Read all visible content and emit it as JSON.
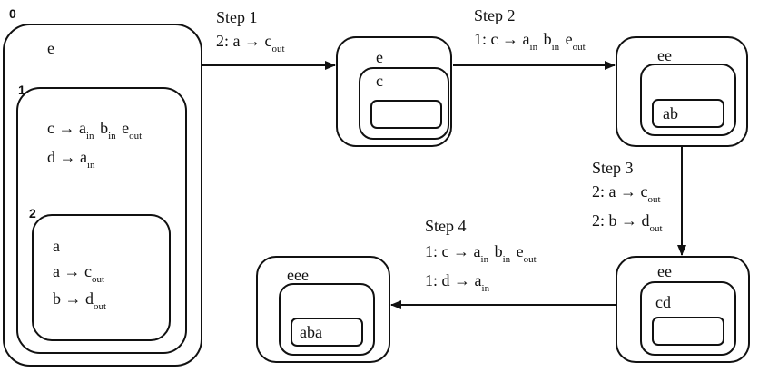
{
  "membrane_system": {
    "m0": {
      "label": "0",
      "contents": "e",
      "m1": {
        "label": "1",
        "rules": [
          {
            "lhs": "c",
            "arrow": "→",
            "rhs": [
              [
                "a",
                "in"
              ],
              [
                "b",
                "in"
              ],
              [
                "e",
                "out"
              ]
            ]
          },
          {
            "lhs": "d",
            "arrow": "→",
            "rhs": [
              [
                "a",
                "in"
              ]
            ]
          }
        ],
        "m2": {
          "label": "2",
          "contents": "a",
          "rules": [
            {
              "lhs": "a",
              "arrow": "→",
              "rhs": [
                [
                  "c",
                  "out"
                ]
              ]
            },
            {
              "lhs": "b",
              "arrow": "→",
              "rhs": [
                [
                  "d",
                  "out"
                ]
              ]
            }
          ]
        }
      }
    }
  },
  "configurations": [
    {
      "outer": "e",
      "middle": "c",
      "inner": ""
    },
    {
      "outer": "ee",
      "middle": "",
      "inner": "ab"
    },
    {
      "outer": "ee",
      "middle": "cd",
      "inner": ""
    },
    {
      "outer": "eee",
      "middle": "",
      "inner": "aba"
    }
  ],
  "steps": [
    {
      "title": "Step 1",
      "rules": [
        {
          "prefix": "2:",
          "lhs": "a",
          "arrow": "→",
          "rhs": [
            [
              "c",
              "out"
            ]
          ]
        }
      ]
    },
    {
      "title": "Step 2",
      "rules": [
        {
          "prefix": "1:",
          "lhs": "c",
          "arrow": "→",
          "rhs": [
            [
              "a",
              "in"
            ],
            [
              "b",
              "in"
            ],
            [
              "e",
              "out"
            ]
          ]
        }
      ]
    },
    {
      "title": "Step 3",
      "rules": [
        {
          "prefix": "2:",
          "lhs": "a",
          "arrow": "→",
          "rhs": [
            [
              "c",
              "out"
            ]
          ]
        },
        {
          "prefix": "2:",
          "lhs": "b",
          "arrow": "→",
          "rhs": [
            [
              "d",
              "out"
            ]
          ]
        }
      ]
    },
    {
      "title": "Step 4",
      "rules": [
        {
          "prefix": "1:",
          "lhs": "c",
          "arrow": "→",
          "rhs": [
            [
              "a",
              "in"
            ],
            [
              "b",
              "in"
            ],
            [
              "e",
              "out"
            ]
          ]
        },
        {
          "prefix": "1:",
          "lhs": "d",
          "arrow": "→",
          "rhs": [
            [
              "a",
              "in"
            ]
          ]
        }
      ]
    }
  ]
}
